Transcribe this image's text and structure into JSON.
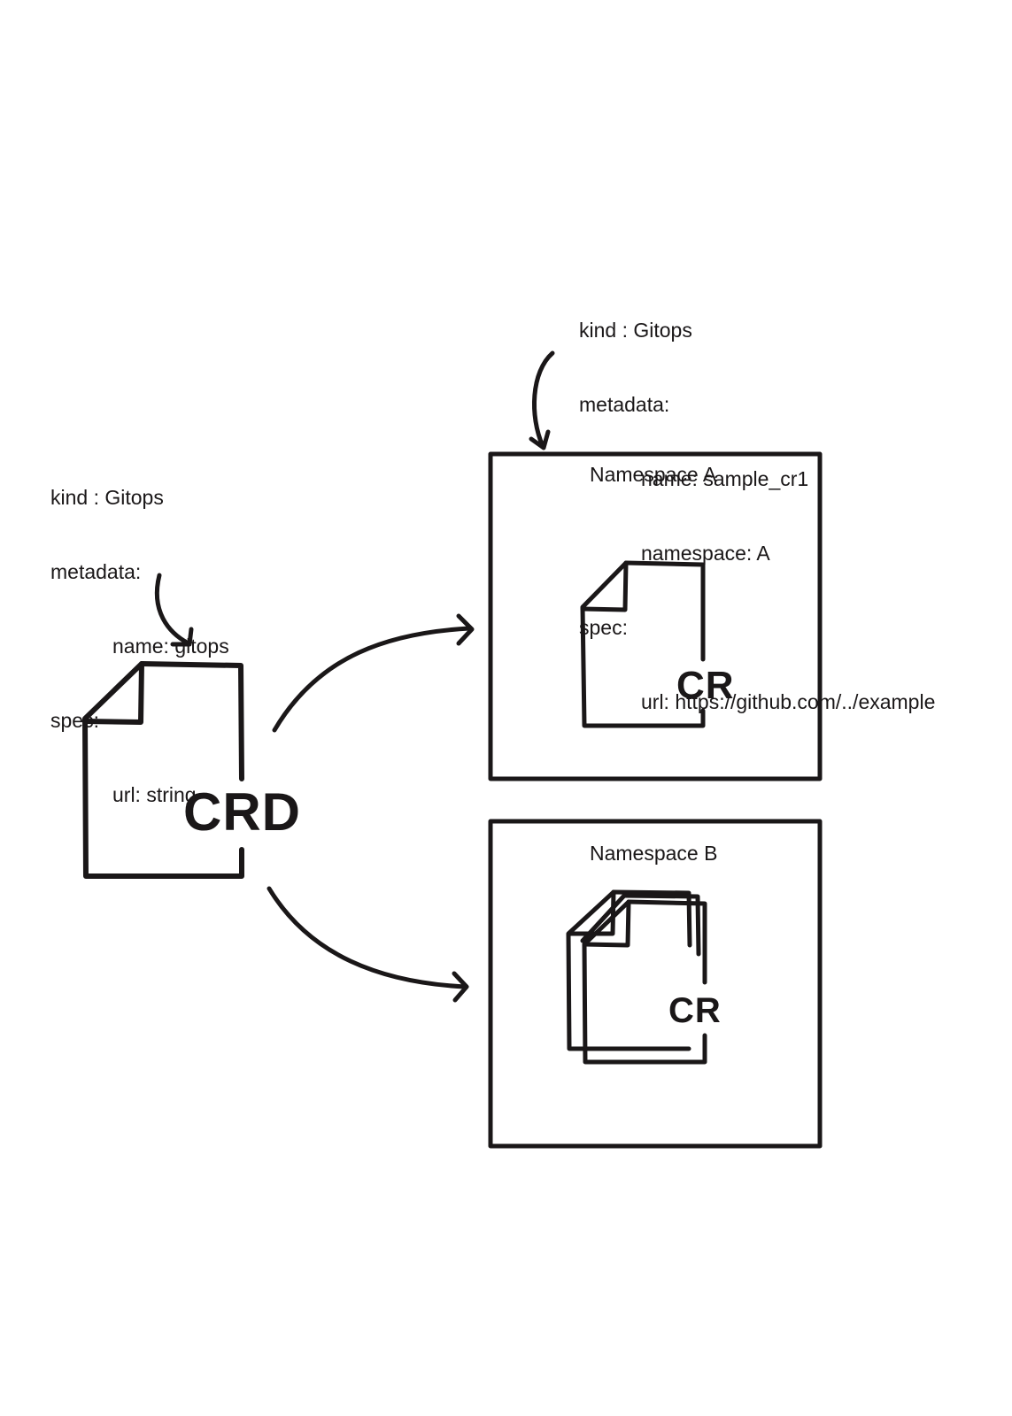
{
  "crd_spec": {
    "kind": "kind : Gitops",
    "metadata": "metadata:",
    "name": "name: gitops",
    "spec": "spec:",
    "url": "url: string"
  },
  "cr_spec": {
    "kind": "kind : Gitops",
    "metadata": "metadata:",
    "name": "name: sample_cr1",
    "namespace": "namespace: A",
    "spec": "spec:",
    "url": "url: https://github.com/../example"
  },
  "crd_document": {
    "label": "CRD"
  },
  "namespace_a": {
    "title": "Namespace A",
    "cr_label": "CR"
  },
  "namespace_b": {
    "title": "Namespace B",
    "cr_label": "CR"
  },
  "colors": {
    "ink": "#1a1718",
    "background": "#ffffff"
  }
}
